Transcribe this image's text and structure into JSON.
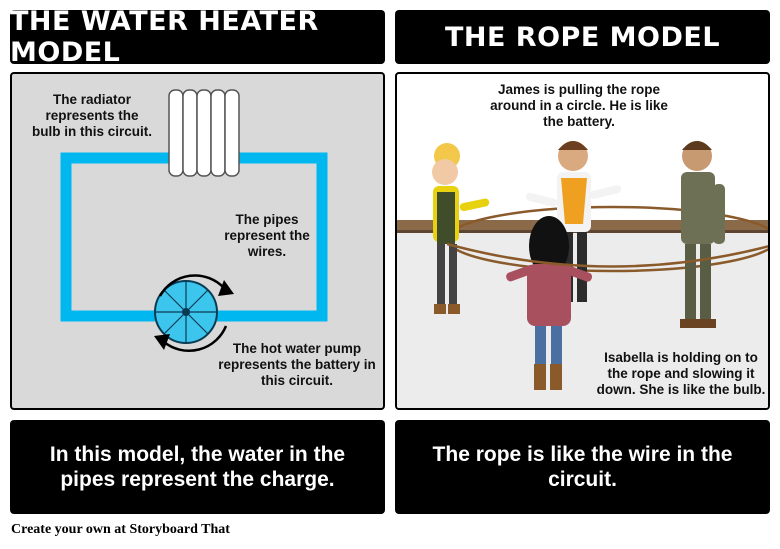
{
  "left": {
    "title": "THE WATER HEATER MODEL",
    "labels": {
      "radiator": "The radiator represents the bulb in this circuit.",
      "pipes": "The pipes represent the wires.",
      "pump": "The hot water pump represents the battery in this circuit."
    },
    "caption": "In this model, the water in the pipes represent the charge."
  },
  "right": {
    "title": "THE ROPE MODEL",
    "labels": {
      "james": "James is pulling the rope around in a circle. He is like the battery.",
      "isabella": "Isabella is holding on to the rope and slowing it down. She is like the bulb."
    },
    "caption": "The rope is like the wire in the circuit."
  },
  "footer": "Create your own at Storyboard That",
  "colors": {
    "pipe": "#00b7f0",
    "panel_bg": "#d9d9d9",
    "bar_bg": "#000000",
    "rope": "#8a5a2b"
  }
}
